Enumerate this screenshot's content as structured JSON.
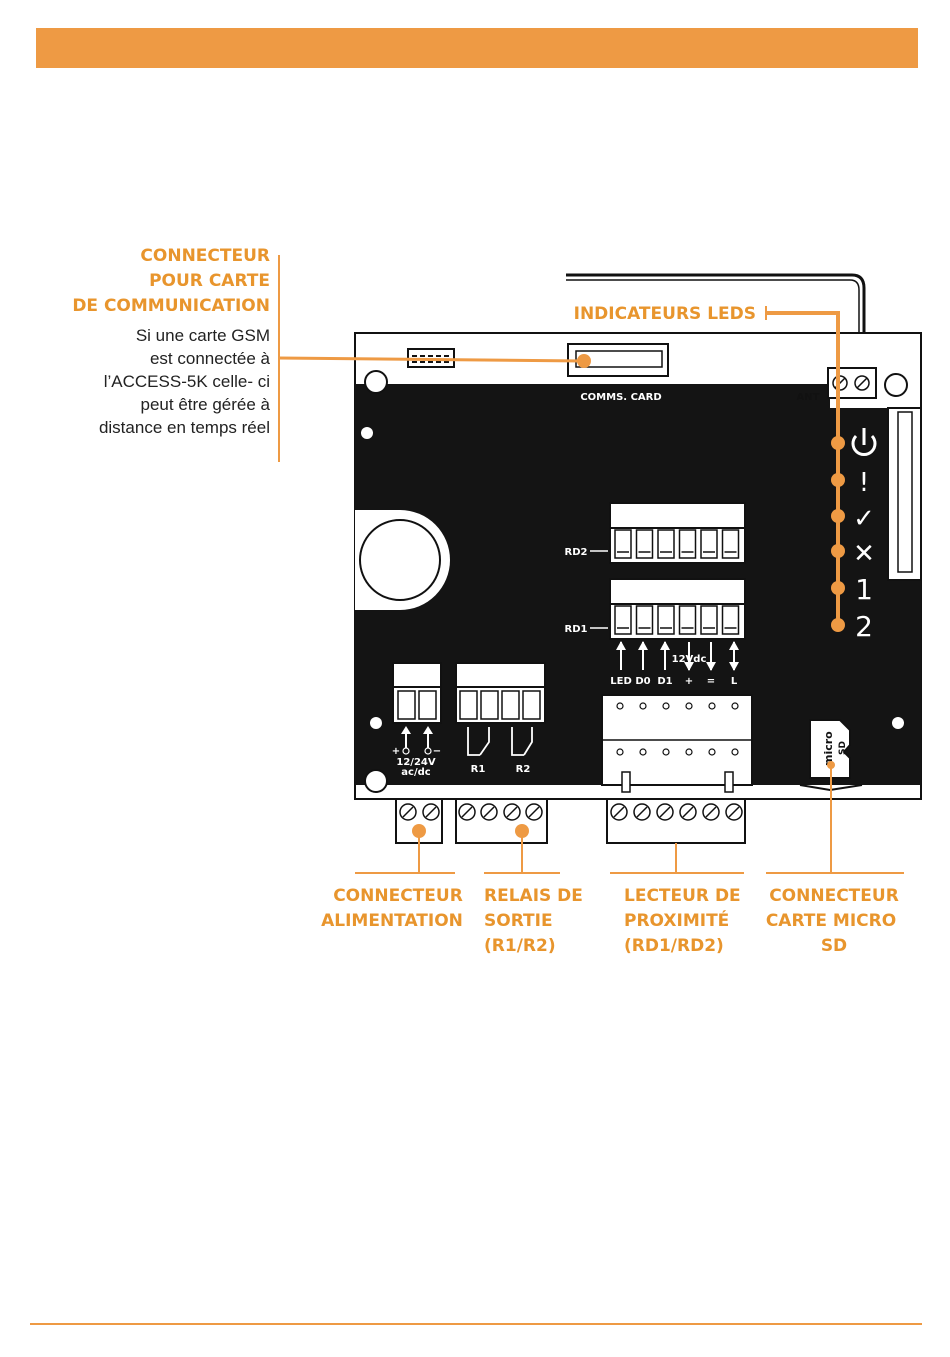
{
  "colors": {
    "accent": "#ee9a44",
    "callout_text": "#e8952d",
    "board": "#141414",
    "board_edge": "#ffffff"
  },
  "callouts": {
    "comm_connector": {
      "title_lines": [
        "CONNECTEUR",
        "POUR CARTE",
        "DE COMMUNICATION"
      ],
      "desc_lines": [
        "Si une carte GSM",
        "est connectée à",
        "l’ACCESS-5K celle- ci",
        "peut être gérée à",
        "distance en temps réel"
      ]
    },
    "leds": {
      "title": "INDICATEURS LEDS"
    },
    "power": {
      "lines": [
        "CONNECTEUR",
        "ALIMENTATION"
      ]
    },
    "relays": {
      "lines": [
        "RELAIS DE",
        "SORTIE",
        "(R1/R2)"
      ]
    },
    "reader": {
      "lines": [
        "LECTEUR DE",
        "PROXIMITÉ",
        "(RD1/RD2)"
      ]
    },
    "microsd": {
      "lines": [
        "CONNECTEUR",
        "CARTE MICRO",
        "SD"
      ]
    }
  },
  "board_labels": {
    "comms_card": "COMMS. CARD",
    "ant": "ANT",
    "rd2": "RD2",
    "rd1": "RD1",
    "reader_pins": [
      "LED",
      "D0",
      "D1",
      "+",
      "=",
      "L"
    ],
    "reader_voltage": "12Vdc",
    "power_plus": "+",
    "power_minus": "−",
    "power_voltage": "12/24V",
    "power_type": "ac/dc",
    "r1": "R1",
    "r2": "R2",
    "microsd_logo_top": "micro",
    "microsd_logo_bottom": "SD"
  },
  "led_icons": [
    "power-icon",
    "exclamation-icon",
    "check-icon",
    "cross-icon",
    "one-icon",
    "two-icon"
  ],
  "led_glyphs": [
    "!",
    "✓",
    "✕",
    "1",
    "2"
  ]
}
